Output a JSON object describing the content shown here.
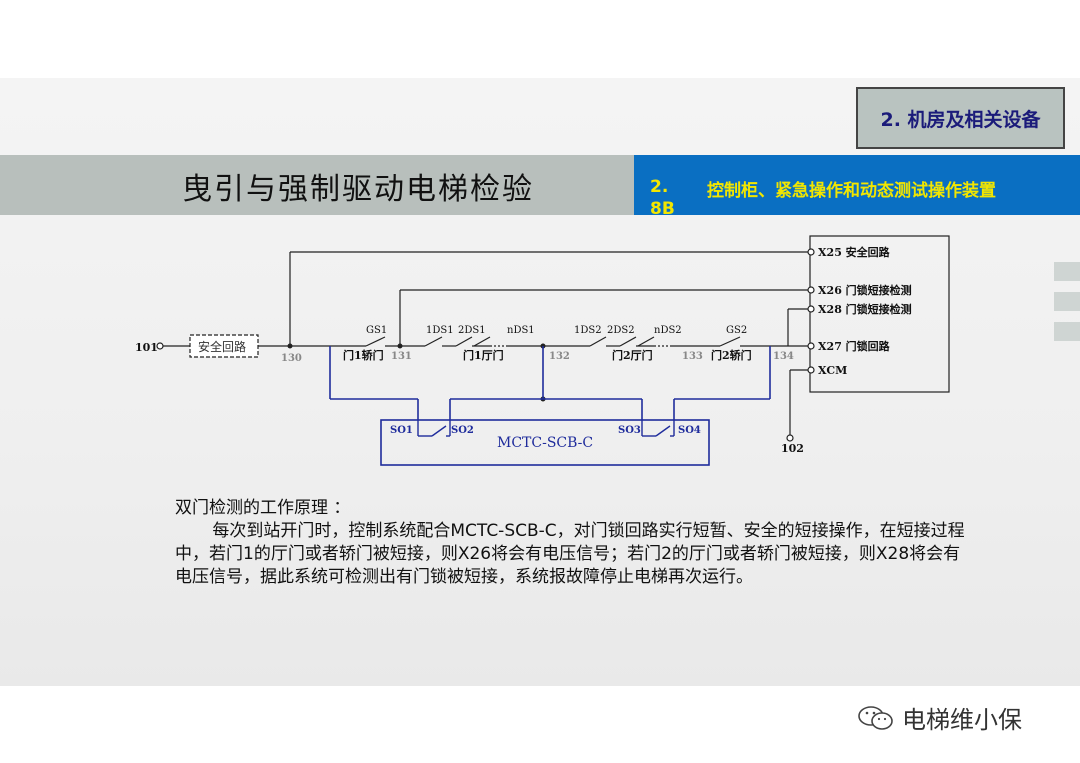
{
  "header": {
    "chapter": "2. 机房及相关设备",
    "title": "曳引与强制驱动电梯检验",
    "section_number": "2.8B",
    "section_title": "控制柜、紧急操作和动态测试操作装置"
  },
  "diagram": {
    "input_terminal": "101",
    "safety_box_label": "安全回路",
    "output_terminal": "102",
    "node_numbers": [
      "130",
      "131",
      "132",
      "133",
      "134"
    ],
    "switch_labels": [
      "GS1",
      "1DS1",
      "2DS1",
      "nDS1",
      "1DS2",
      "2DS2",
      "nDS2",
      "GS2"
    ],
    "door_labels": [
      "门1轿门",
      "门1厅门",
      "门2厅门",
      "门2轿门"
    ],
    "controller_terminals": [
      "X25 安全回路",
      "X26 门锁短接检测",
      "X28 门锁短接检测",
      "X27 门锁回路",
      "XCM"
    ],
    "board_name": "MCTC-SCB-C",
    "board_contacts": [
      "SO1",
      "SO2",
      "SO3",
      "SO4"
    ]
  },
  "description": {
    "title": "双门检测的工作原理 ：",
    "body": "每次到站开门时，控制系统配合MCTC-SCB-C，对门锁回路实行短暂、安全的短接操作，在短接过程中，若门1的厅门或者轿门被短接，则X26将会有电压信号；若门2的厅门或者轿门被短接，则X28将会有电压信号，据此系统可检测出有门锁被短接，系统报故障停止电梯再次运行。"
  },
  "watermark": {
    "text": "电梯维小保",
    "icon": "wechat-icon"
  },
  "colors": {
    "section_band": "#0a6fc2",
    "section_text": "#f2e600",
    "board_wiring": "#1f2c9c",
    "chapter_text": "#1b1b7a"
  }
}
